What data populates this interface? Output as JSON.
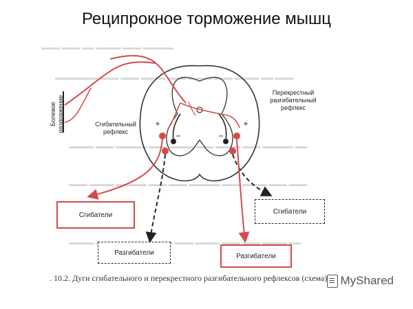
{
  "title": "Реципрокное торможение мышц",
  "labels": {
    "stimulus": "Болевое раздражение",
    "flexion_reflex": "Сгибательный рефлекс",
    "crossed_reflex": "Перекрестный разгибательный рефлекс",
    "flexors_left": "Сгибатели",
    "flexors_right": "Сгибатели",
    "extensors_left": "Разгибатели",
    "extensors_right": "Разгибатели",
    "plus": "+",
    "minus": "−"
  },
  "caption": ". 10.2. Дуги сгибательного и перекрестного разгибательного рефлексов (схема)",
  "watermark": "MyShared",
  "colors": {
    "excitatory": "#d34a4a",
    "inhibitory": "#222222",
    "outline": "#333333"
  }
}
